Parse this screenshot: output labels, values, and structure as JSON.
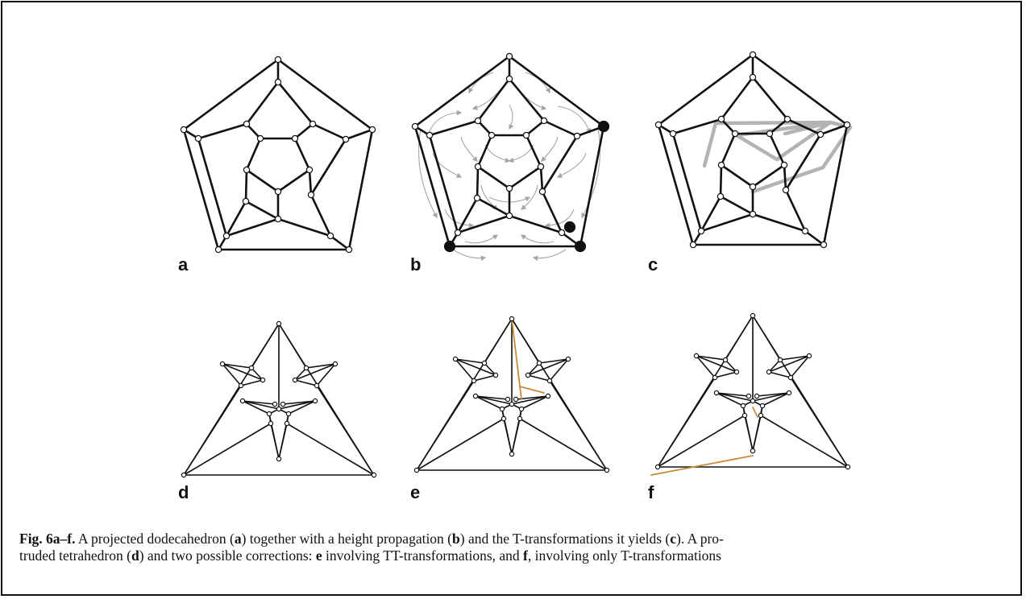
{
  "panels": [
    {
      "id": "a",
      "label": "a"
    },
    {
      "id": "b",
      "label": "b"
    },
    {
      "id": "c",
      "label": "c"
    },
    {
      "id": "d",
      "label": "d"
    },
    {
      "id": "e",
      "label": "e"
    },
    {
      "id": "f",
      "label": "f"
    }
  ],
  "caption": {
    "fig_label": "Fig. 6a–f.",
    "seg1": " A projected dodecahedron (",
    "a": "a",
    "seg2": ") together with a height propagation (",
    "b": "b",
    "seg3": ") and the T-transformations it yields (",
    "c": "c",
    "seg4": "). A pro-",
    "seg5": "truded tetrahedron (",
    "d": "d",
    "seg6": ") and two possible corrections: ",
    "e": "e",
    "seg7": " involving TT-transformations, and ",
    "f": "f",
    "seg8": ", involving only T-transformations"
  },
  "colors": {
    "edge": "#111111",
    "arrow": "#a6a6a6",
    "highlight": "#b3b3b3",
    "correction": "#c8893a",
    "vertex_fill": "#ffffff",
    "marked_vertex": "#111111"
  }
}
